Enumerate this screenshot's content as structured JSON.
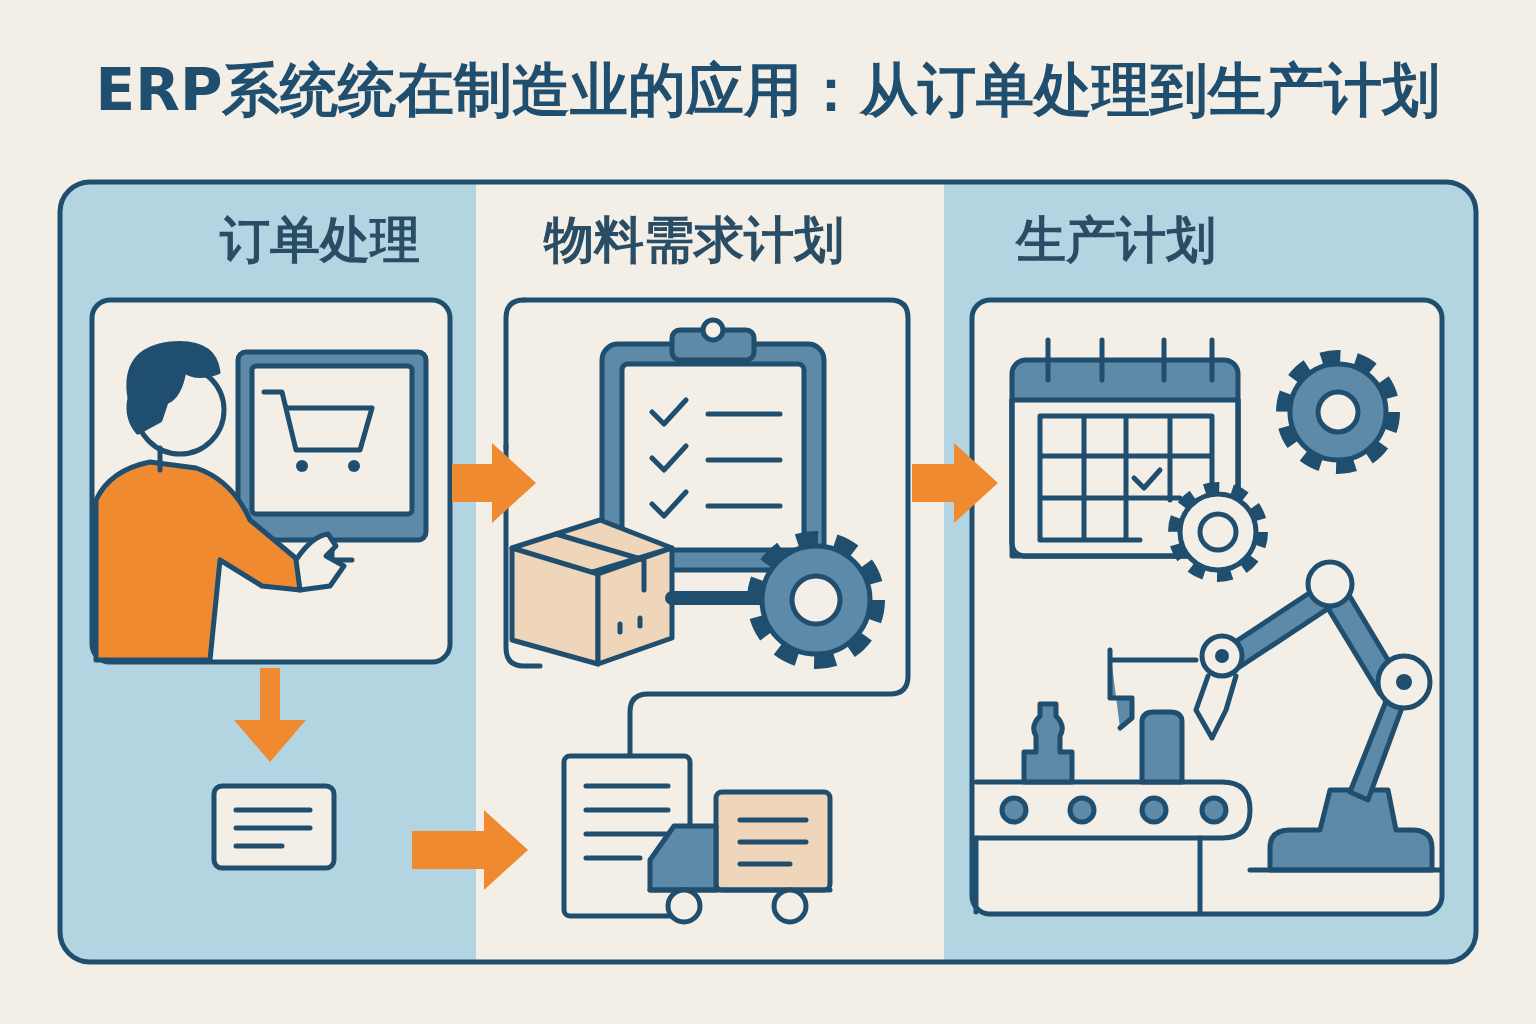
{
  "diagram": {
    "title": "ERP系统统在制造业的应用：从订单处理到生产计划",
    "nodes": [
      {
        "text": [
          "订单处理"
        ]
      },
      {
        "text": [
          "物料需求计划"
        ]
      },
      {
        "text": [
          "生产计划"
        ]
      }
    ],
    "edges": [
      {
        "from": 0,
        "to": 1,
        "arrow": "to"
      },
      {
        "from": 0,
        "to": 1,
        "arrow": "to"
      },
      {
        "from": 1,
        "to": 2,
        "arrow": "to"
      }
    ]
  }
}
